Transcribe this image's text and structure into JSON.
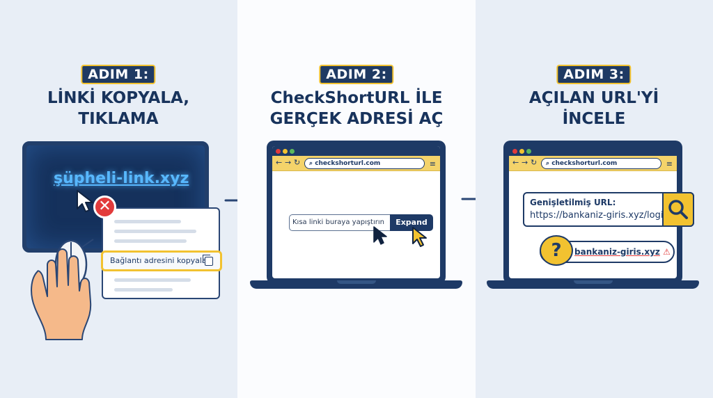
{
  "steps": [
    {
      "badge": "ADIM 1:",
      "title_lines": [
        "LİNKİ KOPYALA,",
        "TIKLAMA"
      ],
      "suspicious_link": "şüpheli-link.xyz",
      "context_menu_item": "Bağlantı adresini kopyala"
    },
    {
      "badge": "ADIM 2:",
      "title_lines": [
        "CheckShortURL İLE",
        "GERÇEK ADRESİ AÇ"
      ],
      "address_bar": "checkshorturl.com",
      "input_placeholder": "Kısa linki buraya yapıştırın",
      "expand_button": "Expand"
    },
    {
      "badge": "ADIM 3:",
      "title_lines": [
        "AÇILAN URL'Yİ",
        "İNCELE"
      ],
      "address_bar": "checkshorturl.com",
      "expanded_url_label": "Genişletilmiş URL:",
      "expanded_url_value": "https://bankaniz-giris.xyz/login",
      "warning_domain": "bankaniz-giris.xyz"
    }
  ],
  "colors": {
    "navy": "#1e3a66",
    "accent_yellow": "#f2c230",
    "danger_red": "#e23b3b",
    "link_glow": "#58b8ff"
  },
  "icons": [
    "mouse-icon",
    "hand-icon",
    "cursor-icon",
    "close-icon",
    "copy-icon",
    "arrow-right-icon",
    "search-icon",
    "question-icon",
    "warning-icon",
    "menu-icon"
  ]
}
